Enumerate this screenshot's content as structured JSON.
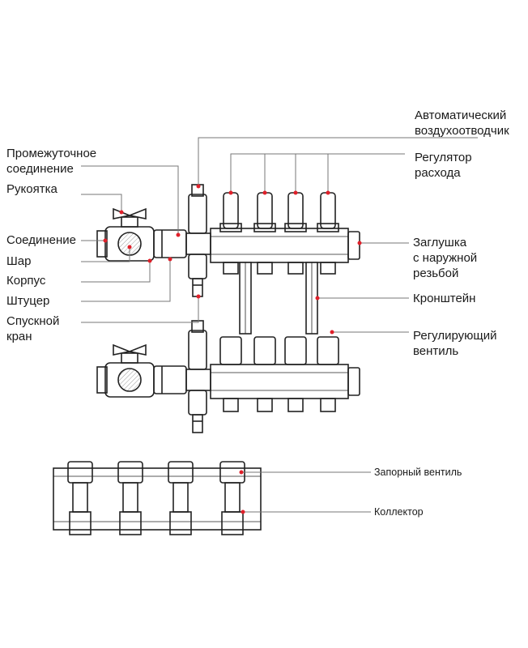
{
  "colors": {
    "line": "#222222",
    "leader": "#777777",
    "dot": "#e0202a",
    "hatch": "#9a9a9a"
  },
  "labels": {
    "auto_air_vent": [
      "Автоматический",
      "воздухоотводчик"
    ],
    "intermediate_connection": [
      "Промежуточное",
      "соединение"
    ],
    "handle": [
      "Рукоятка"
    ],
    "flow_regulator": [
      "Регулятор",
      "расхода"
    ],
    "connection": [
      "Соединение"
    ],
    "ball": [
      "Шар"
    ],
    "end_cap": [
      "Заглушка",
      "с наружной",
      "резьбой"
    ],
    "body": [
      "Корпус"
    ],
    "fitting": [
      "Штуцер"
    ],
    "bracket": [
      "Кронштейн"
    ],
    "drain_valve": [
      "Спускной",
      "кран"
    ],
    "control_valve": [
      "Регулирующий",
      "вентиль"
    ],
    "shutoff_valve": [
      "Запорный вентиль"
    ],
    "collector": [
      "Коллектор"
    ]
  }
}
